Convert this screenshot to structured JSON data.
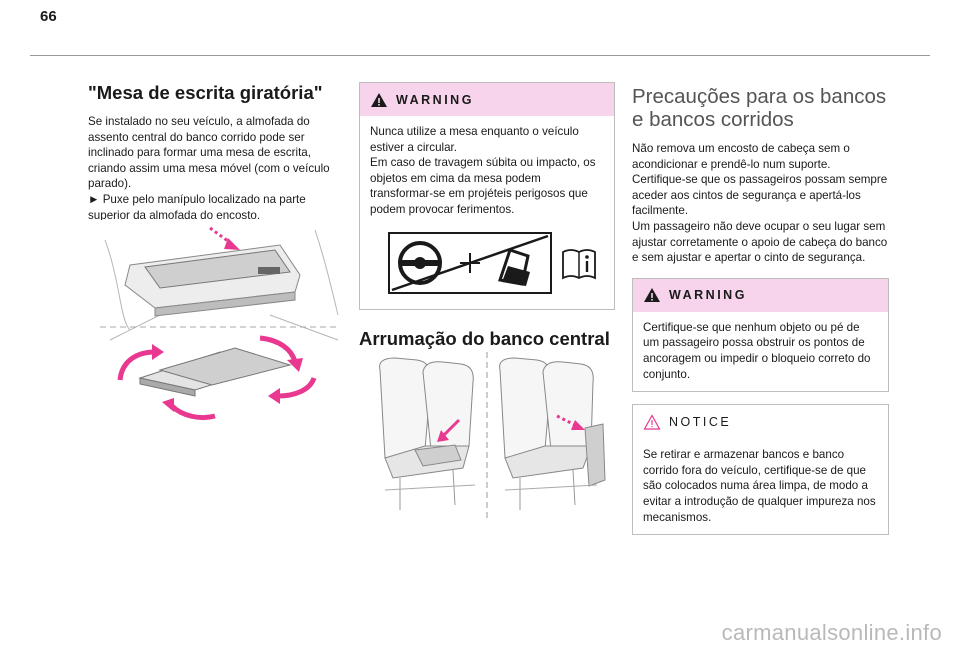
{
  "page_number": "66",
  "col1": {
    "title": "\"Mesa de escrita giratória\"",
    "body": "Se instalado no seu veículo, a almofada do assento central do banco corrido pode ser inclinado para formar uma mesa de escrita, criando assim uma mesa móvel (com o veículo parado).\n► Puxe pelo manípulo localizado na parte superior da almofada do encosto."
  },
  "col2": {
    "warning_label": "WARNING",
    "warning_text": "Nunca utilize a mesa enquanto o veículo estiver a circular.\nEm caso de travagem súbita ou impacto, os objetos em cima da mesa podem transformar-se em projéteis perigosos que podem provocar ferimentos.",
    "storage_title": "Arrumação do banco central"
  },
  "col3": {
    "title": "Precauções para os bancos e bancos corridos",
    "body": "Não remova um encosto de cabeça sem o acondicionar e prendê-lo num suporte.\nCertifique-se que os passageiros possam sempre aceder aos cintos de segurança e apertá-los facilmente.\nUm passageiro não deve ocupar o seu lugar sem ajustar corretamente o apoio de cabeça do banco e sem ajustar e apertar o cinto de segurança.",
    "warning_label": "WARNING",
    "warning_text": "Certifique-se que nenhum objeto ou pé de um passageiro possa obstruir os pontos de ancoragem ou impedir o bloqueio correto do conjunto.",
    "notice_label": "NOTICE",
    "notice_text": "Se retirar e armazenar bancos e banco corrido fora do veículo, certifique-se de que são colocados numa área limpa, de modo a evitar a introdução de qualquer impureza nos mecanismos."
  },
  "watermark": "carmanualsonline.info",
  "colors": {
    "accent_pink": "#f7d3ec",
    "arrow_magenta": "#e8388f"
  },
  "icons": [
    "warning-triangle-icon",
    "notice-triangle-icon",
    "airbag-steering-icon",
    "manual-book-icon"
  ]
}
